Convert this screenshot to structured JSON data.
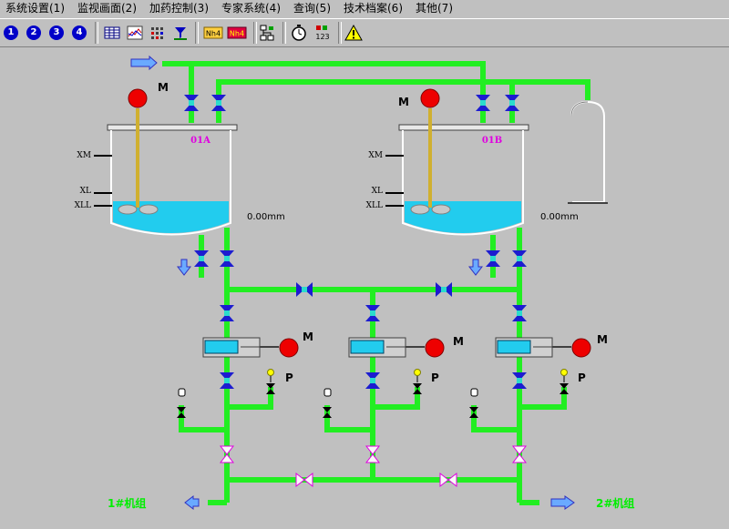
{
  "menu": {
    "items": [
      {
        "label": "系统设置(1)"
      },
      {
        "label": "监视画面(2)"
      },
      {
        "label": "加药控制(3)"
      },
      {
        "label": "专家系统(4)"
      },
      {
        "label": "查询(5)"
      },
      {
        "label": "技术档案(6)"
      },
      {
        "label": "其他(7)"
      }
    ]
  },
  "toolbar": {
    "number_buttons": [
      "1",
      "2",
      "3",
      "4"
    ],
    "icons": [
      "table-icon",
      "trend-chart-icon",
      "grid-dots-icon",
      "filter-icon",
      "nh4-tag-icon",
      "nh4-tag-red-icon",
      "network-icon",
      "clock-icon",
      "counter-123-icon",
      "warning-icon"
    ],
    "nh4_label": "Nh4",
    "nh4_label2": "Nh4",
    "counter_label": "123",
    "warning_color": "#ffff00"
  },
  "diagram": {
    "colors": {
      "pipe": "#22ee22",
      "water": "#22ccee",
      "valve_blue": "#1c1cd0",
      "motor": "#ee0000",
      "label_magenta": "#e000e0",
      "outlet_label": "#00ee00"
    },
    "tank_a": {
      "name": "01A",
      "level_reading": "0.00mm",
      "xm": "XM",
      "xl": "XL",
      "xll": "XLL",
      "motor_label": "M"
    },
    "tank_b": {
      "name": "01B",
      "level_reading": "0.00mm",
      "xm": "XM",
      "xl": "XL",
      "xll": "XLL",
      "motor_label": "M"
    },
    "pumps": [
      {
        "motor_label": "M",
        "pressure_label": "P"
      },
      {
        "motor_label": "M",
        "pressure_label": "P"
      },
      {
        "motor_label": "M",
        "pressure_label": "P"
      }
    ],
    "outlets": {
      "left": "1#机组",
      "right": "2#机组"
    }
  }
}
